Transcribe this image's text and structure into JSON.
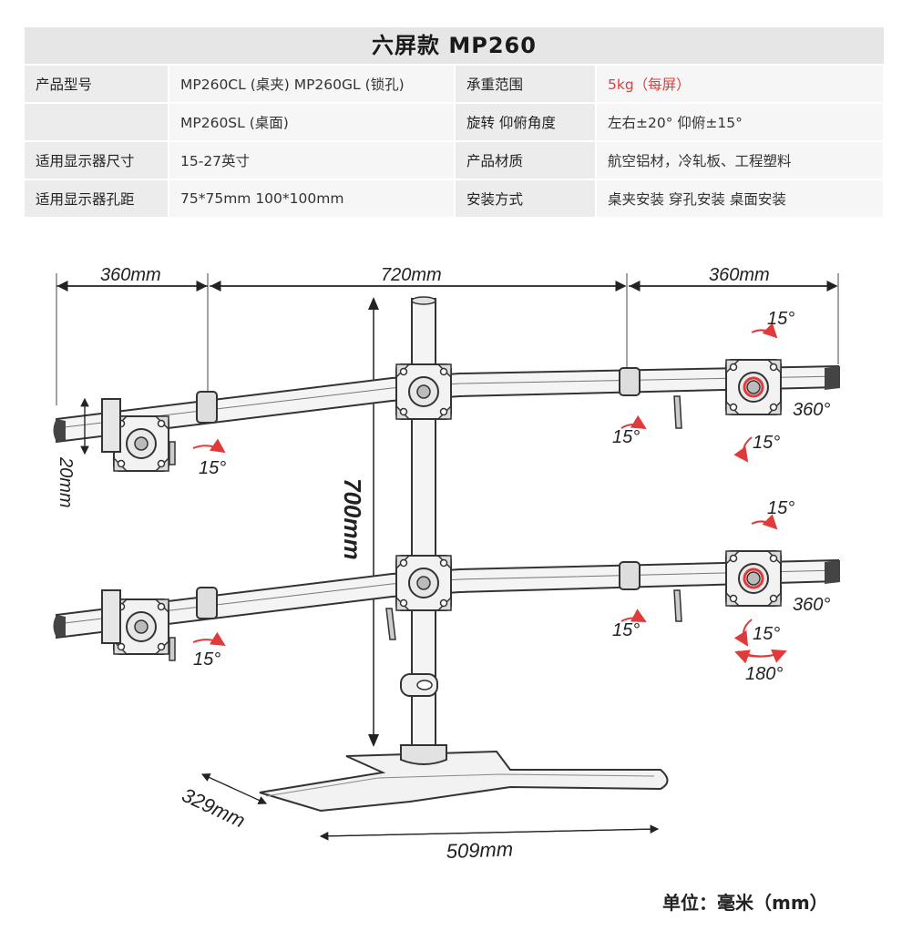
{
  "title": "六屏款  MP260",
  "rows": [
    {
      "label1": "产品型号",
      "value1": "MP260CL (桌夹)    MP260GL (锁孔)",
      "label2": "承重范围",
      "value2": "5kg（每屏）",
      "value2_color": "#e03b3b"
    },
    {
      "label1": "",
      "value1": "MP260SL (桌面)",
      "label2": "旋转  仰俯角度",
      "value2": "左右±20°    仰俯±15°"
    },
    {
      "label1": "适用显示器尺寸",
      "value1": "15-27英寸",
      "label2": "产品材质",
      "value2": "航空铝材，冷轧板、工程塑料"
    },
    {
      "label1": "适用显示器孔距",
      "value1": "75*75mm     100*100mm",
      "label2": "安装方式",
      "value2": "桌夹安装   穿孔安装   桌面安装"
    }
  ],
  "dimensions": {
    "left_arm": "360mm",
    "center": "720mm",
    "right_arm": "360mm",
    "height": "700mm",
    "bar": "20mm",
    "base_depth": "329mm",
    "base_width": "509mm"
  },
  "angles": {
    "tilt": "15°",
    "rotate": "360°",
    "swivel": "180°"
  },
  "unit_note": "单位：毫米（mm）",
  "accent_color": "#e03b3b"
}
